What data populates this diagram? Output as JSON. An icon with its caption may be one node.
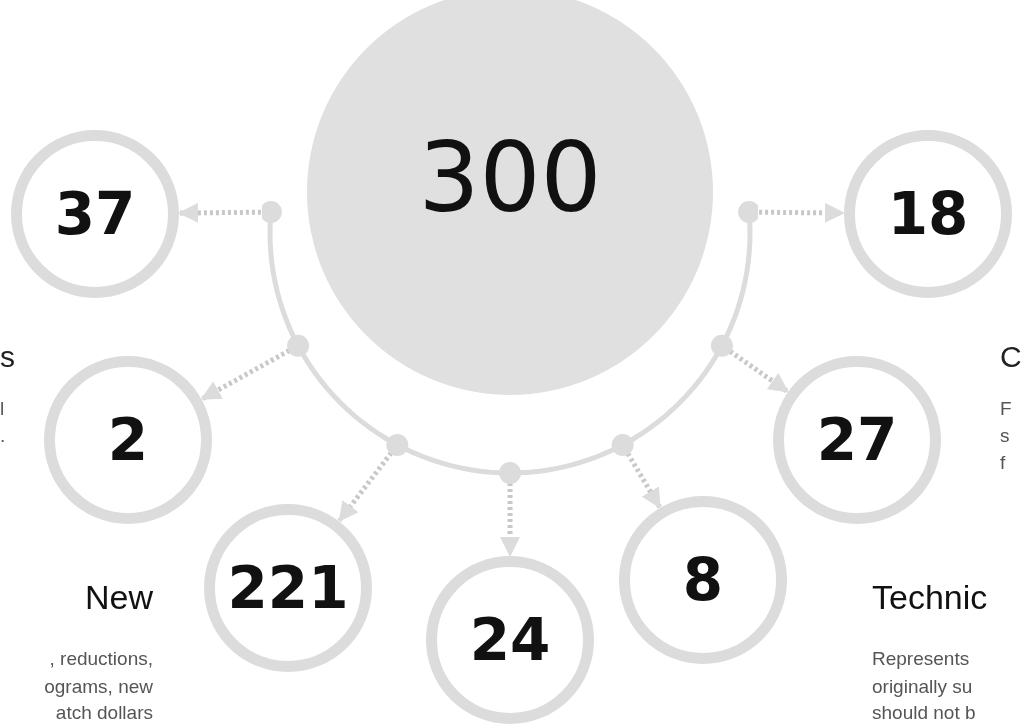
{
  "diagram": {
    "nodes": [
      {
        "text": [
          "300"
        ]
      },
      {
        "text": [
          "37"
        ]
      },
      {
        "text": [
          "2"
        ]
      },
      {
        "text": [
          "221"
        ]
      },
      {
        "text": [
          "24"
        ]
      },
      {
        "text": [
          "8"
        ]
      },
      {
        "text": [
          "27"
        ]
      },
      {
        "text": [
          "18"
        ]
      }
    ],
    "edges": [
      {
        "from": 0,
        "to": 1,
        "arrow": "to",
        "style": "dashed"
      },
      {
        "from": 0,
        "to": 2,
        "arrow": "to",
        "style": "dashed"
      },
      {
        "from": 0,
        "to": 3,
        "arrow": "to",
        "style": "dashed"
      },
      {
        "from": 0,
        "to": 4,
        "arrow": "to",
        "style": "dashed"
      },
      {
        "from": 0,
        "to": 5,
        "arrow": "to",
        "style": "dashed"
      },
      {
        "from": 0,
        "to": 6,
        "arrow": "to",
        "style": "dashed"
      },
      {
        "from": 0,
        "to": 7,
        "arrow": "to",
        "style": "dashed"
      }
    ],
    "labels": [
      "s",
      "l",
      ".",
      "C",
      "F",
      "s",
      "f",
      "New",
      ", reductions,",
      "ograms, new",
      "atch dollars",
      "Technic",
      "Represents",
      "originally su",
      "should not b"
    ]
  }
}
